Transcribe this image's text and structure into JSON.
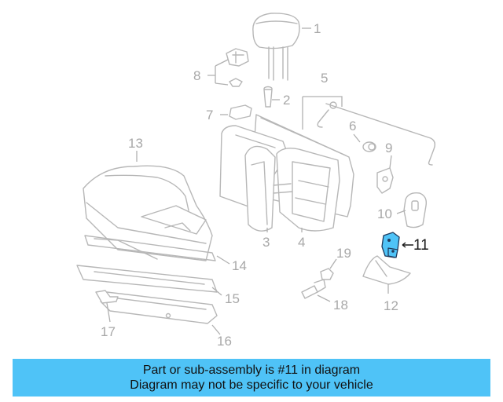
{
  "callouts": [
    {
      "id": "1",
      "text": "1"
    },
    {
      "id": "2",
      "text": "2"
    },
    {
      "id": "3",
      "text": "3"
    },
    {
      "id": "4",
      "text": "4"
    },
    {
      "id": "5",
      "text": "5"
    },
    {
      "id": "6",
      "text": "6"
    },
    {
      "id": "7",
      "text": "7"
    },
    {
      "id": "8",
      "text": "8"
    },
    {
      "id": "9",
      "text": "9"
    },
    {
      "id": "10",
      "text": "10"
    },
    {
      "id": "11",
      "text": "11"
    },
    {
      "id": "12",
      "text": "12"
    },
    {
      "id": "13",
      "text": "13"
    },
    {
      "id": "14",
      "text": "14"
    },
    {
      "id": "15",
      "text": "15"
    },
    {
      "id": "16",
      "text": "16"
    },
    {
      "id": "17",
      "text": "17"
    },
    {
      "id": "18",
      "text": "18"
    },
    {
      "id": "19",
      "text": "19"
    }
  ],
  "highlighted_part": "11",
  "colors": {
    "highlight": "#4fc3f7",
    "linework": "#b7b7b7",
    "label": "#a8a8a8"
  },
  "banner": {
    "line1": "Part or sub-assembly is #11 in diagram",
    "line2": "Diagram may not be specific to your vehicle"
  }
}
